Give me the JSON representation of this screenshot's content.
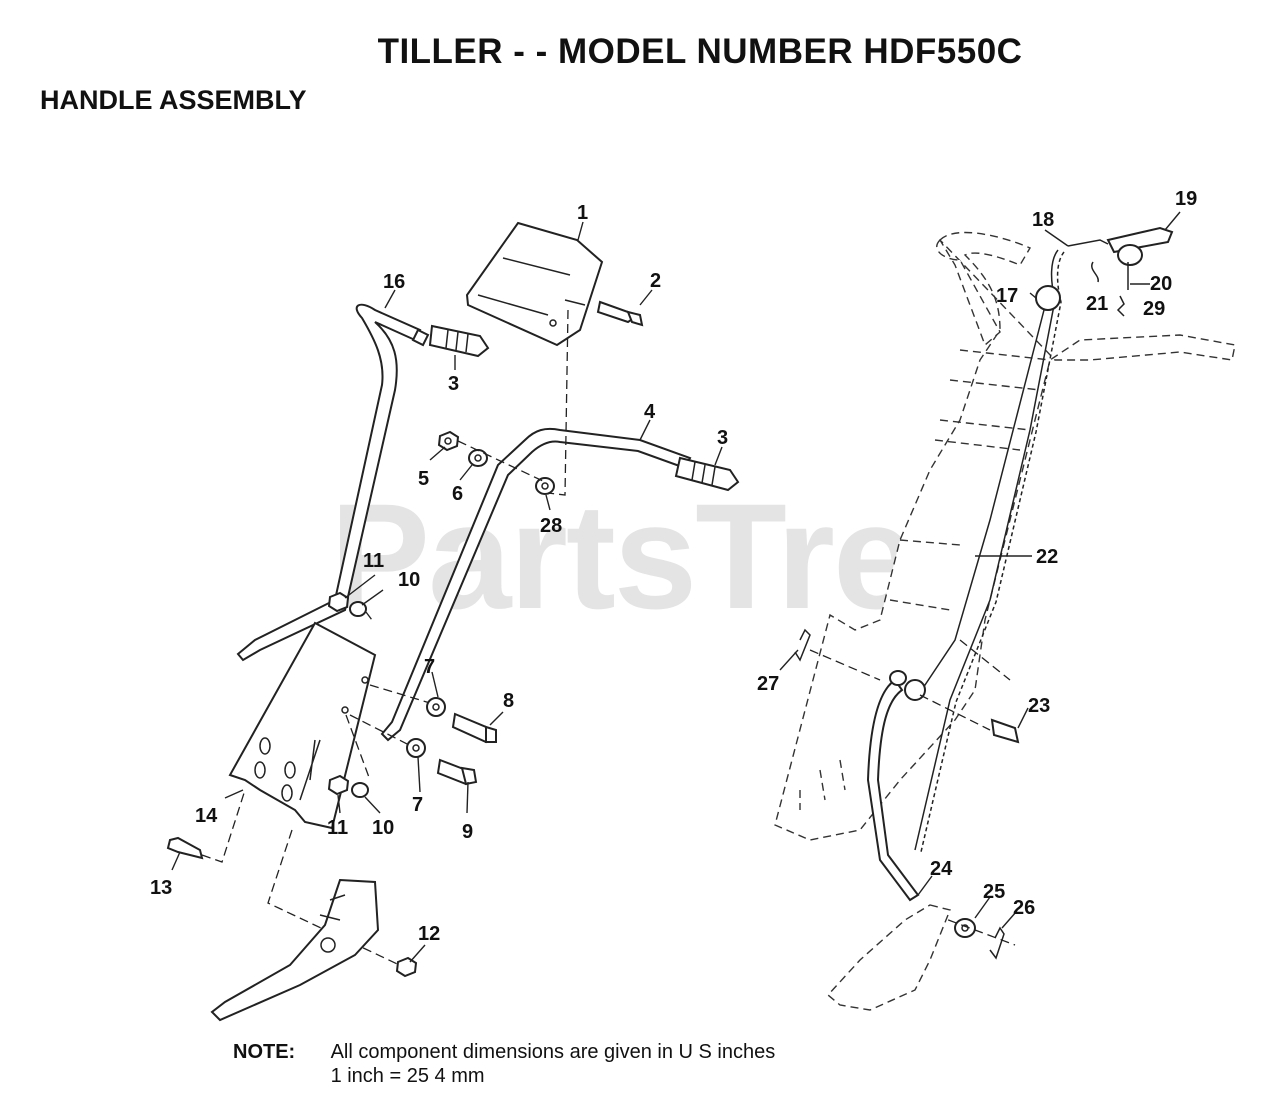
{
  "header": {
    "title": "TILLER - - MODEL NUMBER HDF550C",
    "subtitle": "HANDLE ASSEMBLY"
  },
  "watermark": "PartsTree",
  "note": {
    "label": "NOTE:",
    "line1": "All component dimensions are given in U S inches",
    "line2": "1 inch = 25 4 mm"
  },
  "callouts": {
    "c1": "1",
    "c2": "2",
    "c3a": "3",
    "c3b": "3",
    "c4": "4",
    "c5": "5",
    "c6": "6",
    "c7a": "7",
    "c7b": "7",
    "c8": "8",
    "c9": "9",
    "c10a": "10",
    "c10b": "10",
    "c11a": "11",
    "c11b": "11",
    "c12": "12",
    "c13": "13",
    "c14": "14",
    "c16": "16",
    "c17": "17",
    "c18": "18",
    "c19": "19",
    "c20": "20",
    "c21": "21",
    "c22": "22",
    "c23": "23",
    "c24": "24",
    "c25": "25",
    "c26": "26",
    "c27": "27",
    "c28": "28",
    "c29": "29"
  }
}
